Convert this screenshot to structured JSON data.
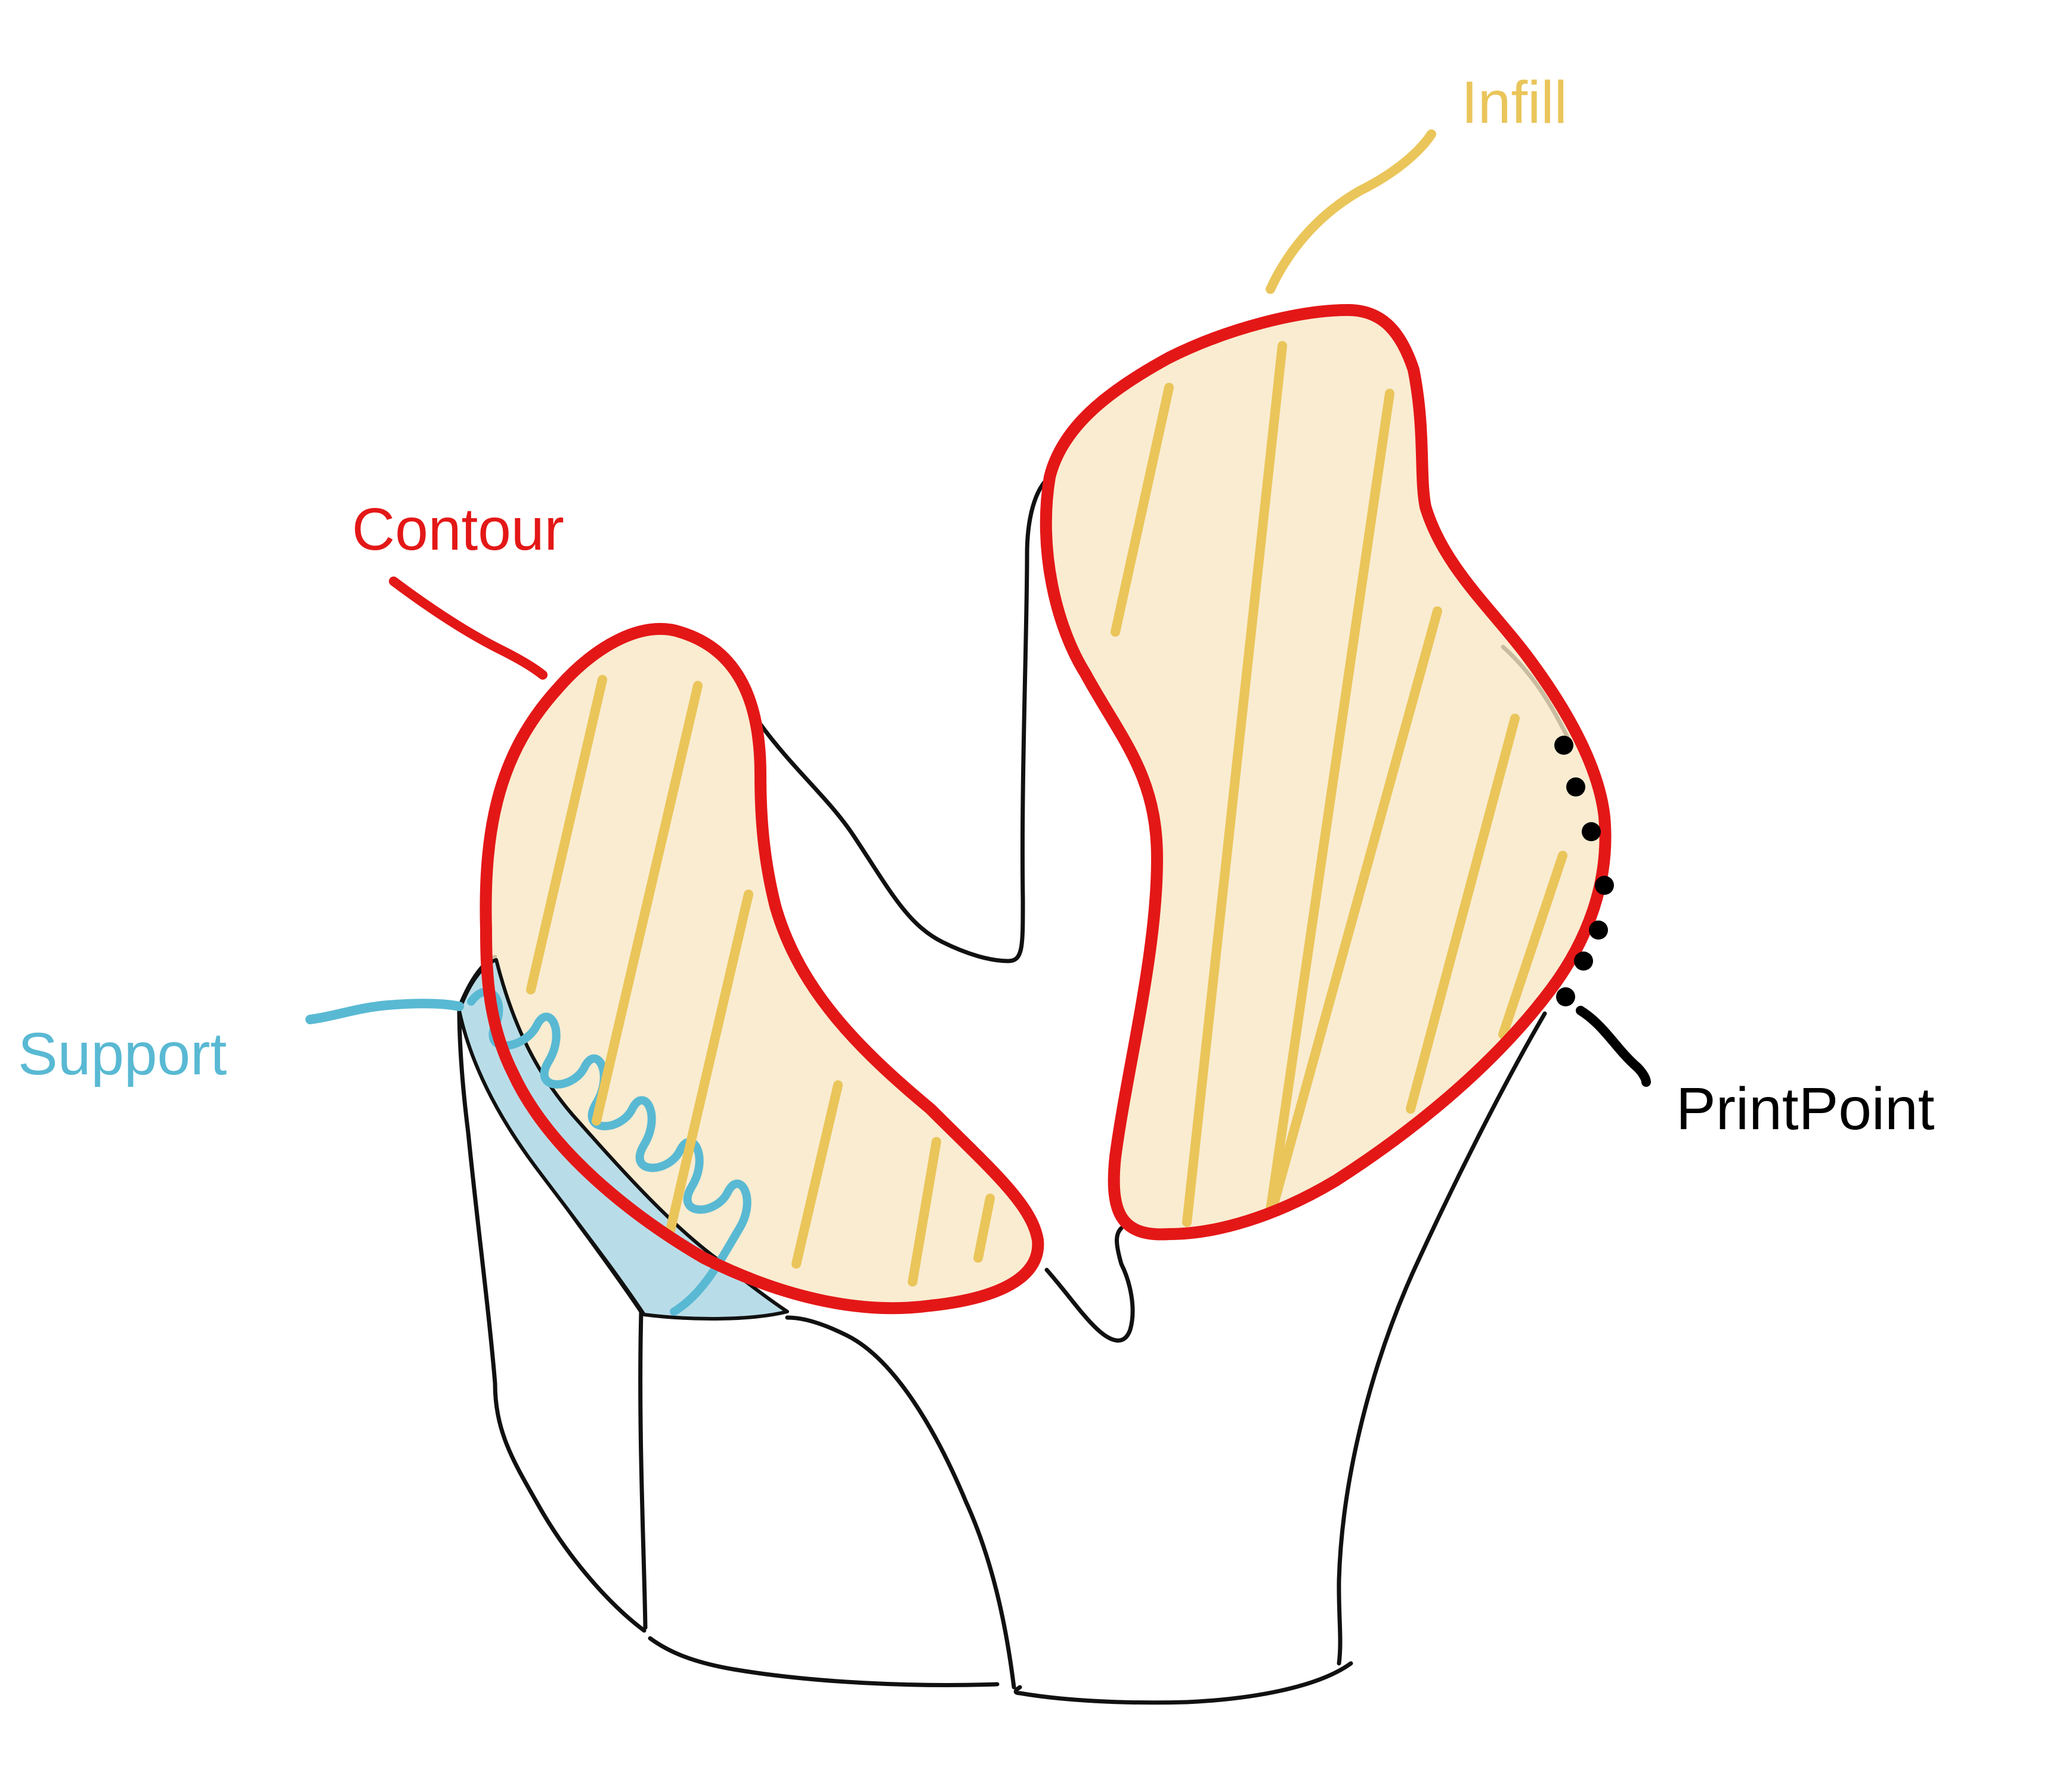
{
  "labels": {
    "infill": "Infill",
    "contour": "Contour",
    "support": "Support",
    "printpoint": "PrintPoint"
  },
  "colors": {
    "infill": "#eac55a",
    "infill_fill": "#f7e7c6",
    "contour": "#e41717",
    "support": "#59b9d3",
    "support_fill": "#b9dde8",
    "printpoint": "#000000",
    "outline": "#111111"
  }
}
